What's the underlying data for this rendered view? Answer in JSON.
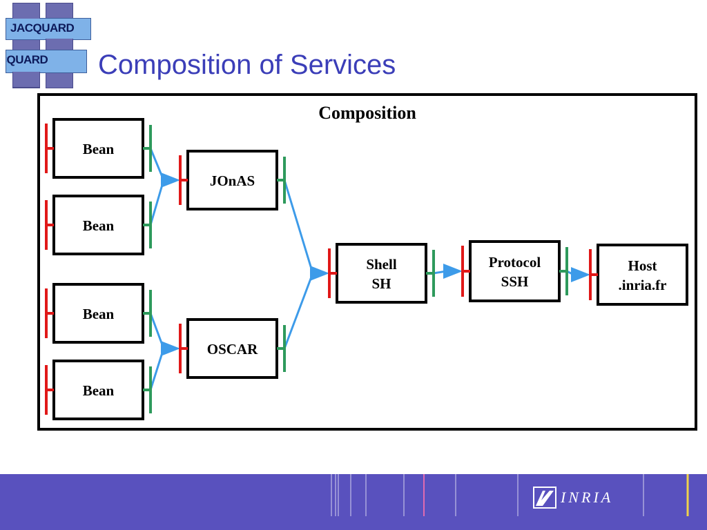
{
  "logo": {
    "text_top": "JACQUARD",
    "text_bottom": "JACQUARD"
  },
  "title": "Composition of Services",
  "diagram": {
    "frame_label": "Composition",
    "nodes": {
      "bean1": [
        "Bean"
      ],
      "bean2": [
        "Bean"
      ],
      "bean3": [
        "Bean"
      ],
      "bean4": [
        "Bean"
      ],
      "jonas": [
        "JOnAS"
      ],
      "oscar": [
        "OSCAR"
      ],
      "shell": [
        "Shell",
        "SH"
      ],
      "protocol": [
        "Protocol",
        "SSH"
      ],
      "host": [
        "Host",
        ".inria.fr"
      ]
    },
    "edges": [
      {
        "from": "bean1",
        "to": "jonas"
      },
      {
        "from": "bean2",
        "to": "jonas"
      },
      {
        "from": "bean3",
        "to": "oscar"
      },
      {
        "from": "bean4",
        "to": "oscar"
      },
      {
        "from": "jonas",
        "to": "shell"
      },
      {
        "from": "oscar",
        "to": "shell"
      },
      {
        "from": "shell",
        "to": "protocol"
      },
      {
        "from": "protocol",
        "to": "host"
      }
    ],
    "colors": {
      "required_interface": "#e01818",
      "provided_interface": "#2e9a5c",
      "binding": "#3d9be9",
      "box_border": "#000000"
    }
  },
  "footer": {
    "brand": "INRIA",
    "background": "#5951be"
  }
}
